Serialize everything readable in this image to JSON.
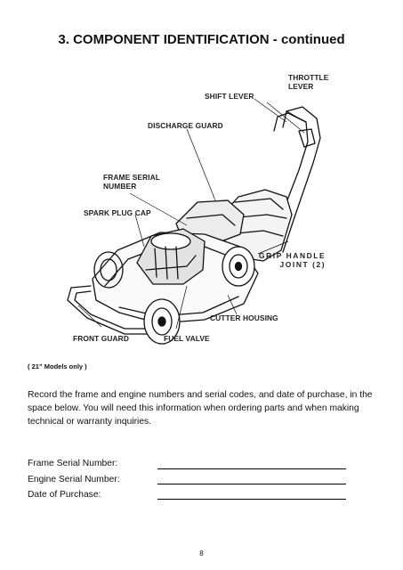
{
  "heading": "3. COMPONENT IDENTIFICATION - continued",
  "diagram": {
    "labels": {
      "throttle_lever": "THROTTLE\nLEVER",
      "shift_lever": "SHIFT LEVER",
      "discharge_guard": "DISCHARGE GUARD",
      "frame_serial_number": "FRAME SERIAL\nNUMBER",
      "spark_plug_cap": "SPARK PLUG CAP",
      "grip_handle_joint": "GRIP HANDLE\nJOINT (2)",
      "cutter_housing": "CUTTER HOUSING",
      "front_guard": "FRONT GUARD",
      "fuel_valve": "FUEL VALVE"
    }
  },
  "note": "( 21” Models only )",
  "instructions": "Record the frame and engine numbers and serial codes, and date of purchase, in the space below.  You will need this information when ordering parts and when making technical or warranty inquiries.",
  "form": {
    "frame_serial_number": "Frame Serial Number:",
    "engine_serial_number": "Engine Serial Number:",
    "date_of_purchase": "Date of Purchase:"
  },
  "page_number": "8"
}
